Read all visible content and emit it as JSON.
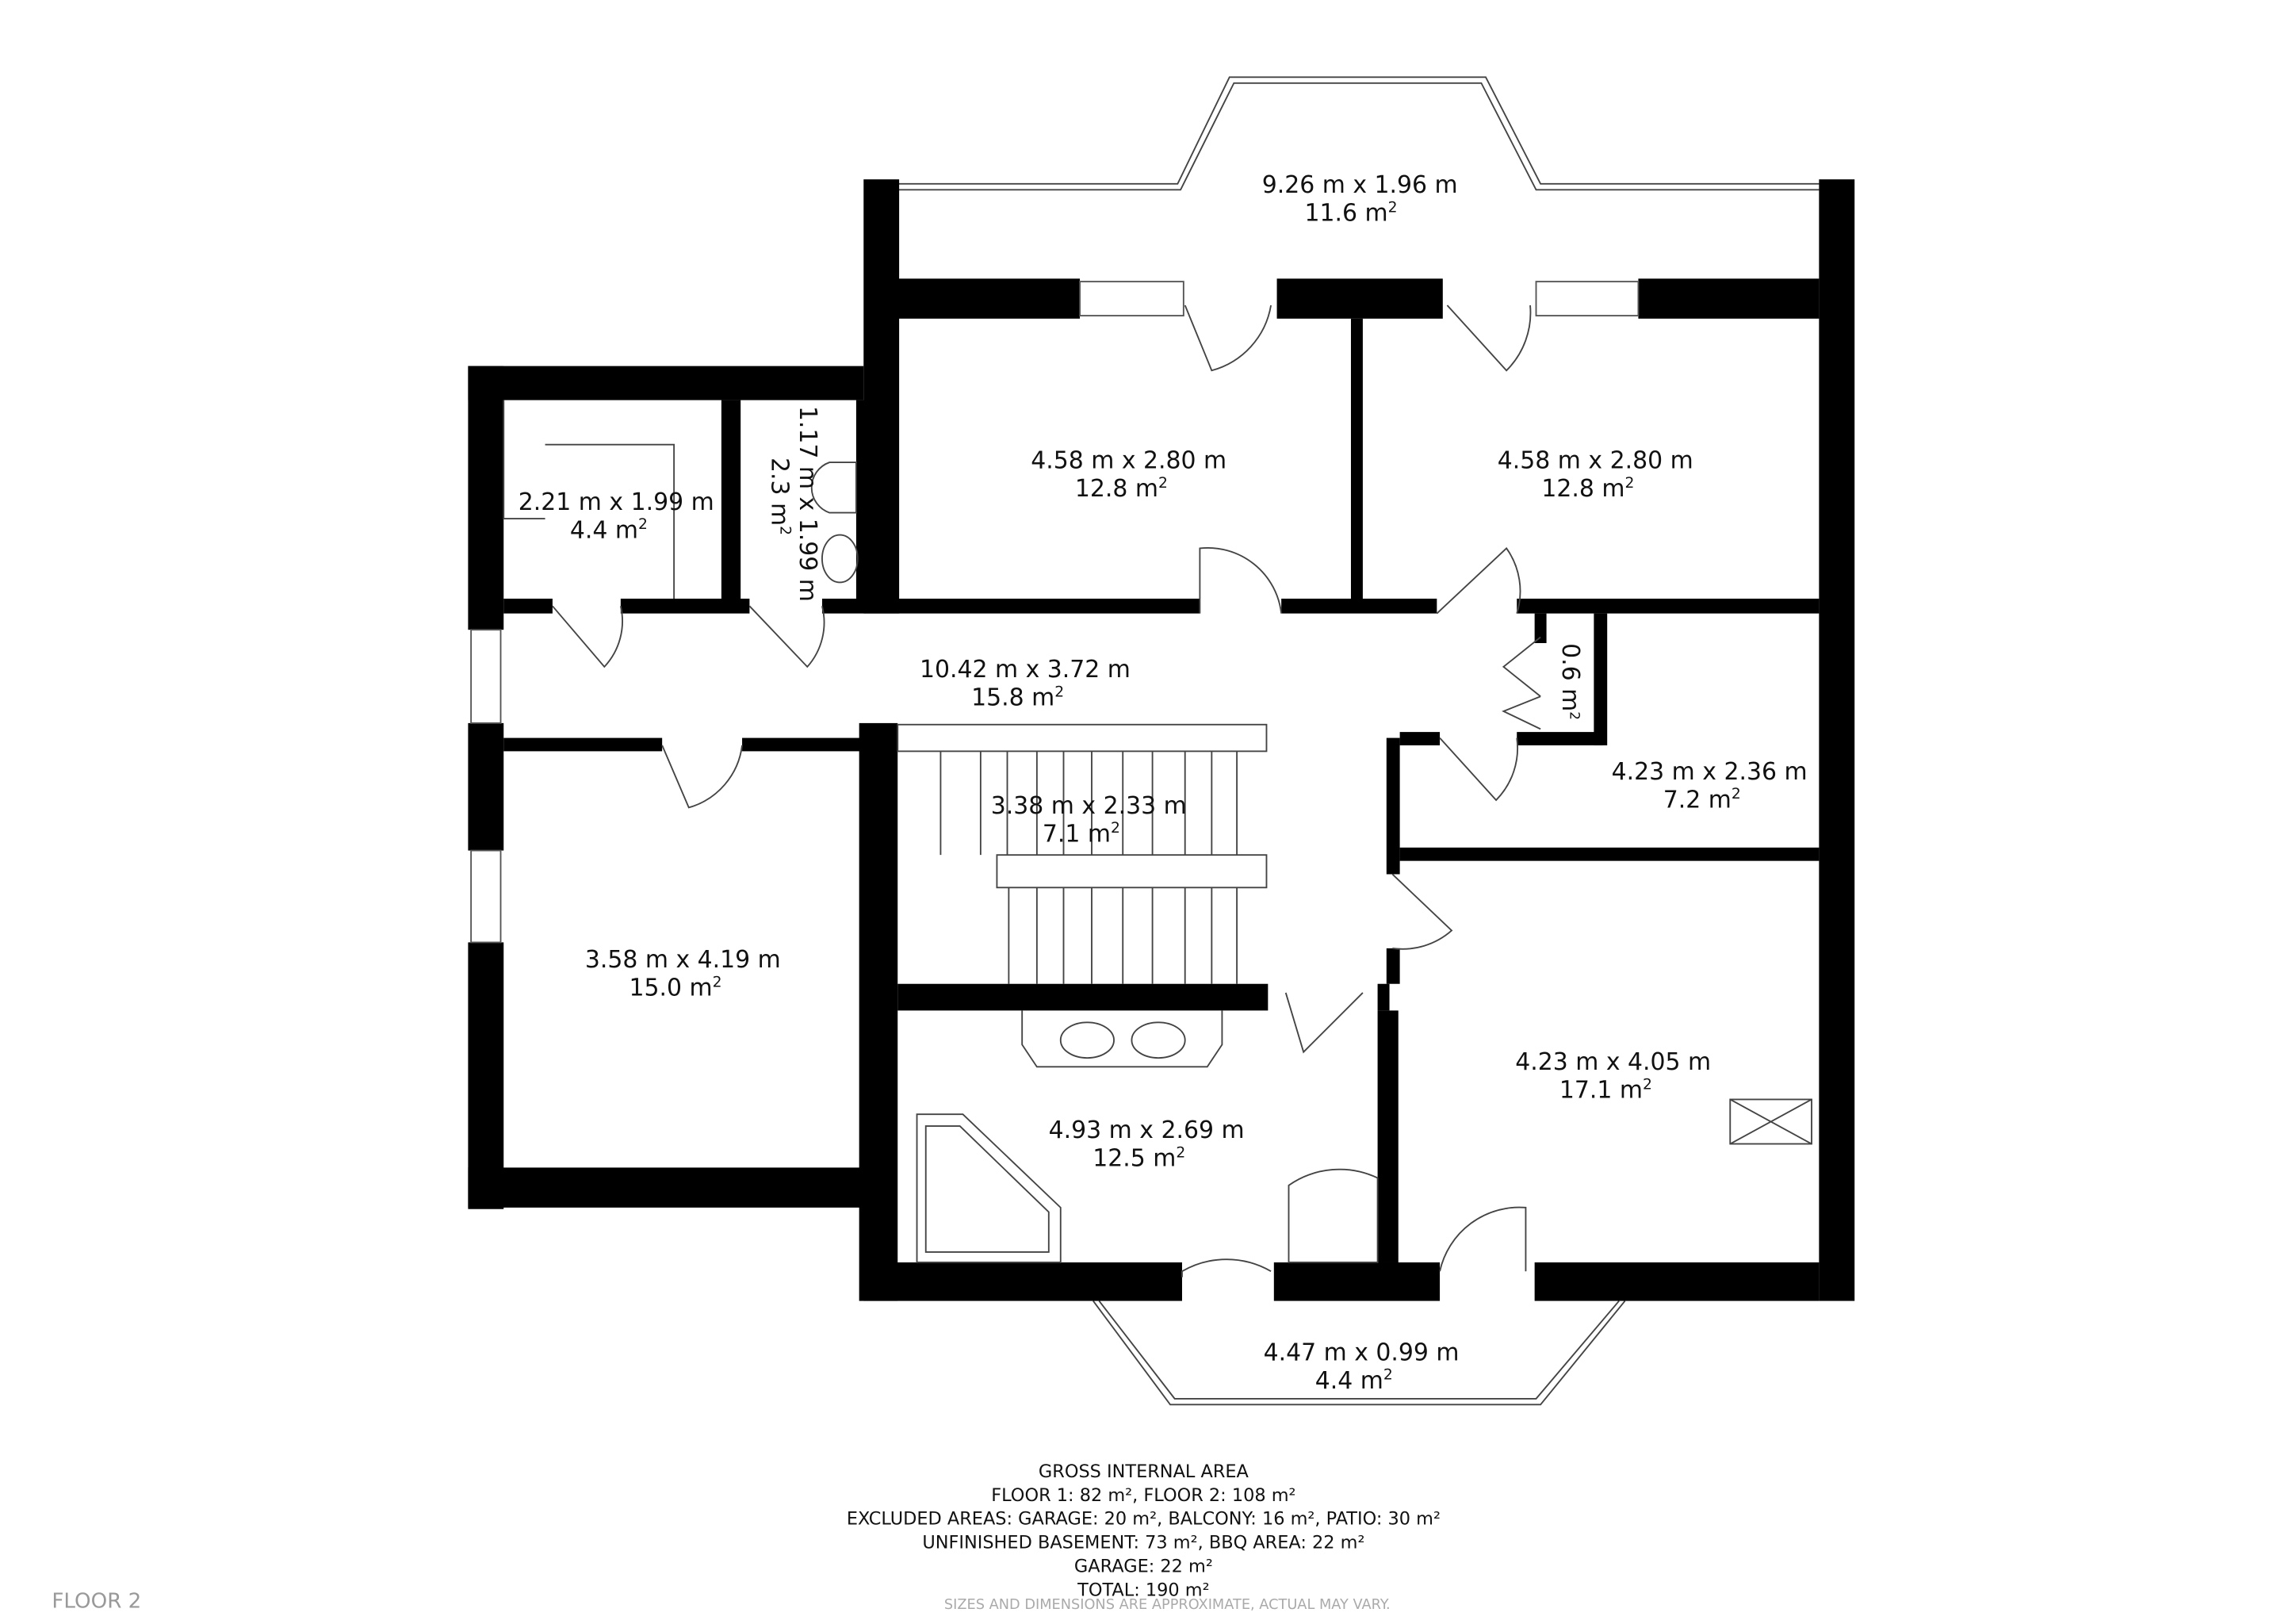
{
  "floor_label": "FLOOR 2",
  "rooms": [
    {
      "dims": "9.26 m x 1.96 m",
      "area": "11.6 m",
      "sup": "2"
    },
    {
      "dims": "4.58 m x 2.80 m",
      "area": "12.8 m",
      "sup": "2"
    },
    {
      "dims": "4.58 m x 2.80 m",
      "area": "12.8 m",
      "sup": "2"
    },
    {
      "dims": "2.21 m x 1.99 m",
      "area": "4.4 m",
      "sup": "2"
    },
    {
      "dims": "1.17 m x 1.99 m",
      "area": "2.3 m",
      "sup": "2"
    },
    {
      "dims": "10.42 m x 3.72 m",
      "area": "15.8 m",
      "sup": "2"
    },
    {
      "dims": "",
      "area": "0.6 m",
      "sup": "2"
    },
    {
      "dims": "4.23 m x 2.36 m",
      "area": "7.2 m",
      "sup": "2"
    },
    {
      "dims": "3.38 m x 2.33 m",
      "area": "7.1 m",
      "sup": "2"
    },
    {
      "dims": "3.58 m x 4.19 m",
      "area": "15.0 m",
      "sup": "2"
    },
    {
      "dims": "4.93 m x 2.69 m",
      "area": "12.5 m",
      "sup": "2"
    },
    {
      "dims": "4.23 m x 4.05 m",
      "area": "17.1 m",
      "sup": "2"
    },
    {
      "dims": "4.47 m x 0.99 m",
      "area": "4.4 m",
      "sup": "2"
    }
  ],
  "summary": {
    "title": "GROSS INTERNAL AREA",
    "lines": [
      "FLOOR 1: 82 m², FLOOR 2: 108 m²",
      "EXCLUDED AREAS: GARAGE: 20 m², BALCONY: 16 m², PATIO: 30 m²",
      "UNFINISHED BASEMENT: 73 m², BBQ AREA: 22 m²",
      "GARAGE: 22 m²",
      "TOTAL: 190 m²"
    ],
    "disclaimer": "SIZES AND DIMENSIONS ARE APPROXIMATE, ACTUAL MAY VARY."
  }
}
